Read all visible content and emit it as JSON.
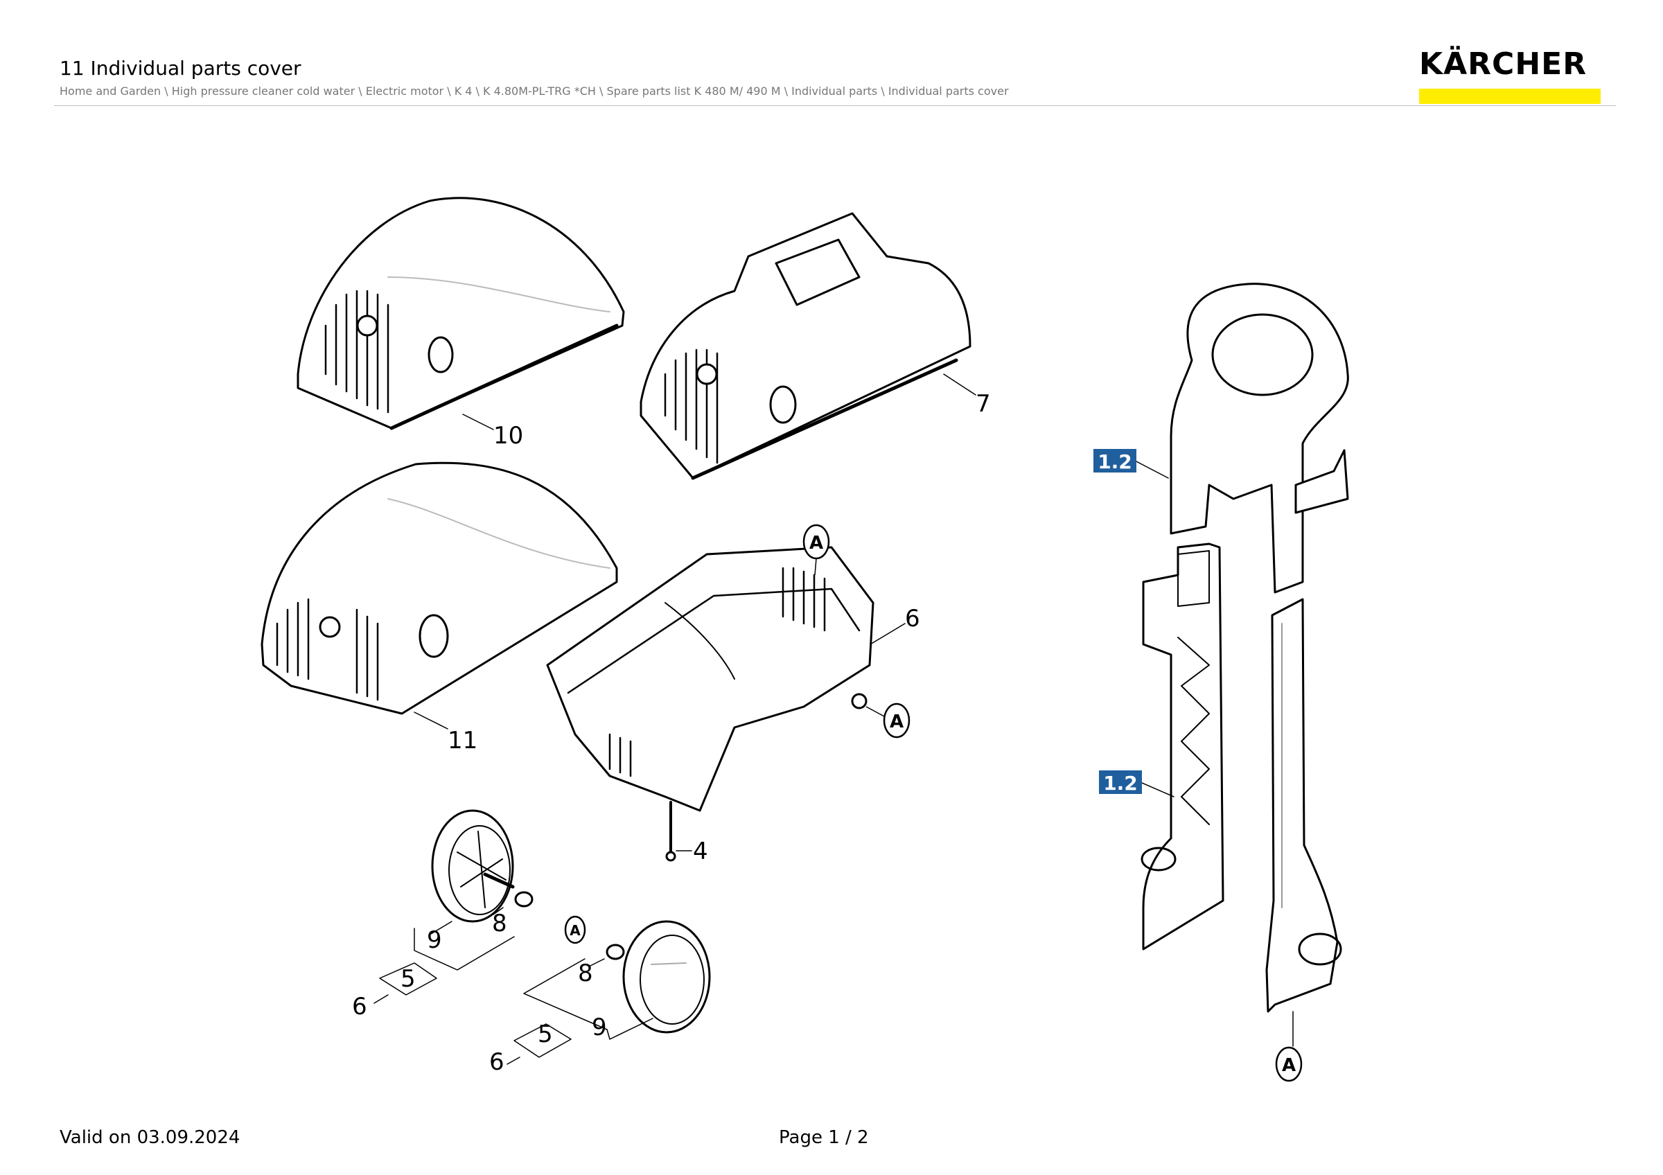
{
  "header": {
    "title": "11 Individual parts cover",
    "breadcrumb": "Home and Garden \\ High pressure cleaner cold water \\ Electric motor \\ K 4 \\ K 4.80M-PL-TRG *CH \\ Spare parts list K 480 M/ 490 M \\ Individual parts \\ Individual parts cover"
  },
  "brand": {
    "logo_text": "KÄRCHER",
    "accent_color": "#ffed00",
    "badge_color": "#1f5f9e"
  },
  "diagram": {
    "callouts": {
      "cover_10": "10",
      "cover_7": "7",
      "cover_11": "11",
      "base_6": "6",
      "screw_4": "4",
      "wheel_left_9": "9",
      "wheel_left_8": "8",
      "wheel_left_5": "5",
      "wheel_left_6": "6",
      "wheel_right_8": "8",
      "wheel_right_9": "9",
      "wheel_right_5": "5",
      "wheel_right_6": "6"
    },
    "badges": {
      "handle_top": "1.2",
      "handle_mid": "1.2"
    },
    "ref_markers": {
      "base_top": "A",
      "base_side": "A",
      "wheel": "A",
      "handle_bottom": "A"
    }
  },
  "footer": {
    "valid": "Valid on 03.09.2024",
    "page": "Page 1 / 2"
  }
}
